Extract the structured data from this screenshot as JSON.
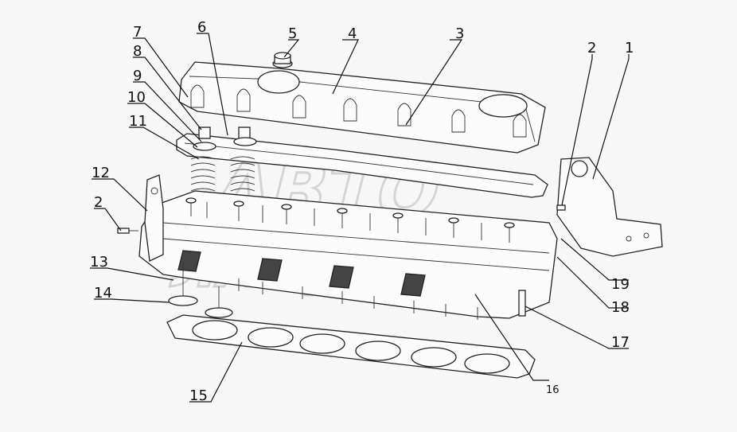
{
  "callouts": [
    {
      "id": "c1",
      "label": "1"
    },
    {
      "id": "c2a",
      "label": "2"
    },
    {
      "id": "c2b",
      "label": "2"
    },
    {
      "id": "c3",
      "label": "3"
    },
    {
      "id": "c4",
      "label": "4"
    },
    {
      "id": "c5",
      "label": "5"
    },
    {
      "id": "c6",
      "label": "6"
    },
    {
      "id": "c7",
      "label": "7"
    },
    {
      "id": "c8",
      "label": "8"
    },
    {
      "id": "c9",
      "label": "9"
    },
    {
      "id": "c10",
      "label": "10"
    },
    {
      "id": "c11",
      "label": "11"
    },
    {
      "id": "c12",
      "label": "12"
    },
    {
      "id": "c13",
      "label": "13"
    },
    {
      "id": "c14",
      "label": "14"
    },
    {
      "id": "c15",
      "label": "15"
    },
    {
      "id": "c16",
      "label": "16"
    },
    {
      "id": "c17",
      "label": "17"
    },
    {
      "id": "c18",
      "label": "18"
    },
    {
      "id": "c19",
      "label": "19"
    }
  ],
  "watermark": {
    "line1": "АВТО",
    "line2": "ЛАНДИС"
  }
}
